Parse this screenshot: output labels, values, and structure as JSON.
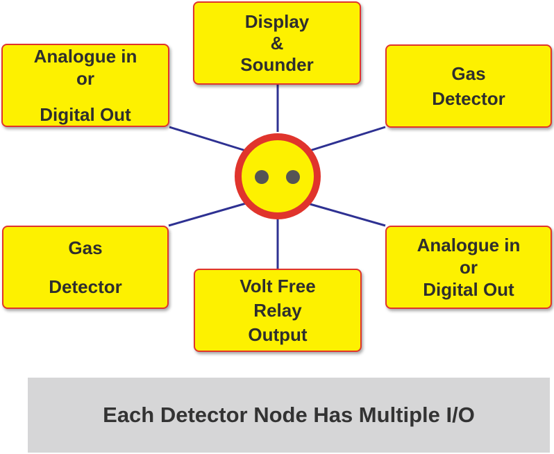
{
  "colors": {
    "box_fill": "#fdf100",
    "box_border": "#e0342c",
    "connector": "#2e3192",
    "node_fill": "#fdf100",
    "node_ring": "#e0342c",
    "node_dots": "#555555",
    "caption_bg": "#d6d6d7"
  },
  "nodes": {
    "top": {
      "lines": [
        "Display",
        "&",
        "Sounder"
      ]
    },
    "upper_left": {
      "lines": [
        "Analogue in",
        "or",
        "Digital Out"
      ]
    },
    "upper_right": {
      "lines": [
        "Gas",
        "Detector"
      ]
    },
    "lower_left": {
      "lines": [
        "Gas",
        "Detector"
      ]
    },
    "bottom": {
      "lines": [
        "Volt Free",
        "Relay",
        "Output"
      ]
    },
    "lower_right": {
      "lines": [
        "Analogue in",
        "or",
        "Digital Out"
      ]
    }
  },
  "center": {
    "icon": "detector-node"
  },
  "caption": "Each Detector Node Has Multiple I/O"
}
